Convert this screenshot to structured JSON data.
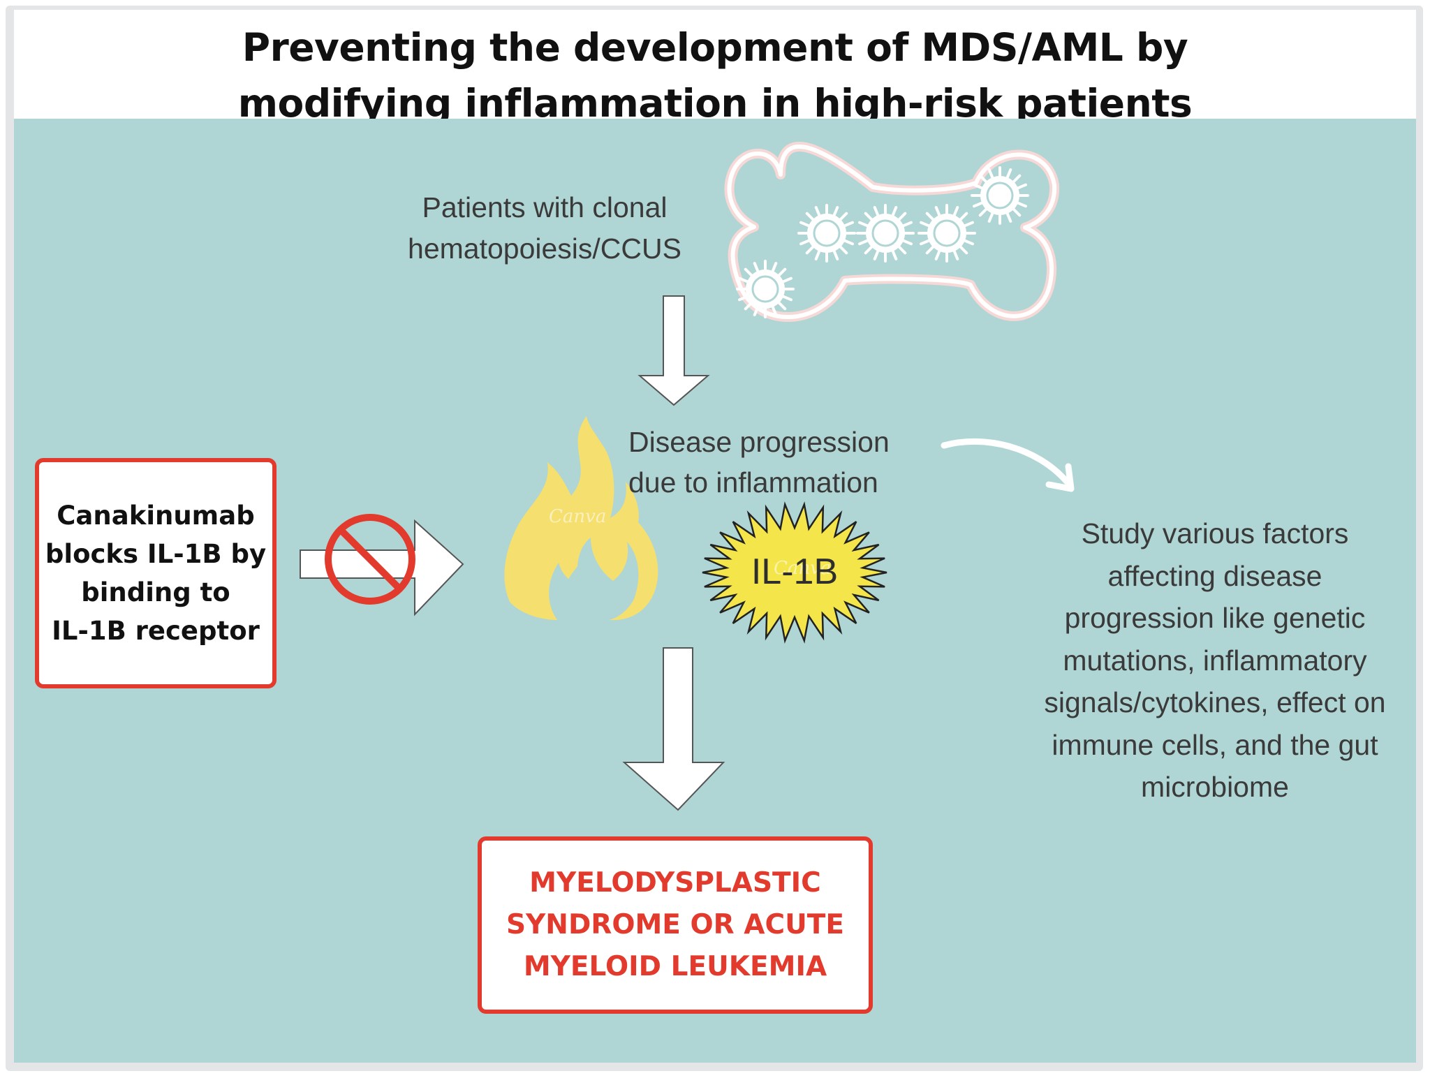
{
  "title": {
    "line1": "Preventing the development of MDS/AML by",
    "line2": "modifying inflammation in high-risk patients"
  },
  "patients_label": {
    "line1": "Patients with clonal",
    "line2": "hematopoiesis/CCUS"
  },
  "progression_label": {
    "line1": "Disease progression",
    "line2": "due to inflammation"
  },
  "cytokine_label": "IL-1B",
  "watermark": "Canva",
  "treatment_box": {
    "line1": "Canakinumab",
    "line2": "blocks IL-1B by",
    "line3": "binding to",
    "line4": "IL-1B receptor"
  },
  "outcome_box": {
    "line1": "MYELODYSPLASTIC",
    "line2": "SYNDROME OR ACUTE",
    "line3": "MYELOID LEUKEMIA"
  },
  "study_note": {
    "line1": "Study various factors",
    "line2": "affecting disease",
    "line3": "progression like genetic",
    "line4": "mutations, inflammatory",
    "line5": "signals/cytokines, effect on",
    "line6": "immune cells, and the gut",
    "line7": "microbiome"
  },
  "colors": {
    "background": "#afd6d4",
    "accent_red": "#e23a2c",
    "flame_yellow": "#f5df6e",
    "starburst_yellow": "#f4e64a",
    "bone_outline": "#f6d9d7"
  }
}
